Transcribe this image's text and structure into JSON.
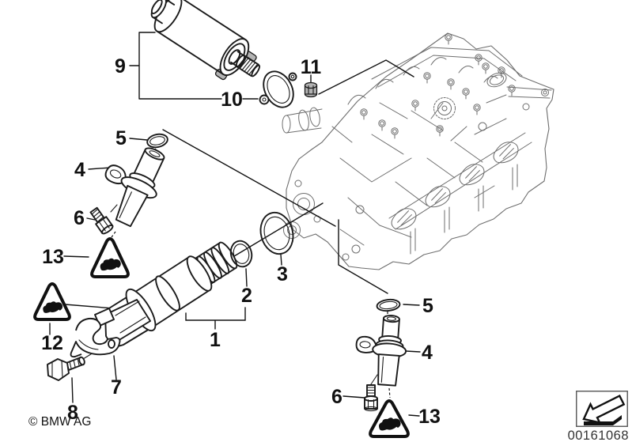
{
  "figure": {
    "copyright": "© BMW AG",
    "image_id": "00161068",
    "callouts": {
      "c1": "1",
      "c2": "2",
      "c3": "3",
      "c4": "4",
      "c5": "5",
      "c6": "6",
      "c7": "7",
      "c8": "8",
      "c9": "9",
      "c10": "10",
      "c11": "11",
      "c12": "12",
      "c13": "13"
    },
    "icons": {
      "warning_triangle": "hand-snag-warning-triangle-icon",
      "link_arrow": "linked-diagram-arrow-icon"
    },
    "colors": {
      "part_line": "#1a1a1a",
      "engine_line": "#6e6e6e",
      "metal_fill": "#b3b3b3",
      "background": "#ffffff"
    }
  }
}
